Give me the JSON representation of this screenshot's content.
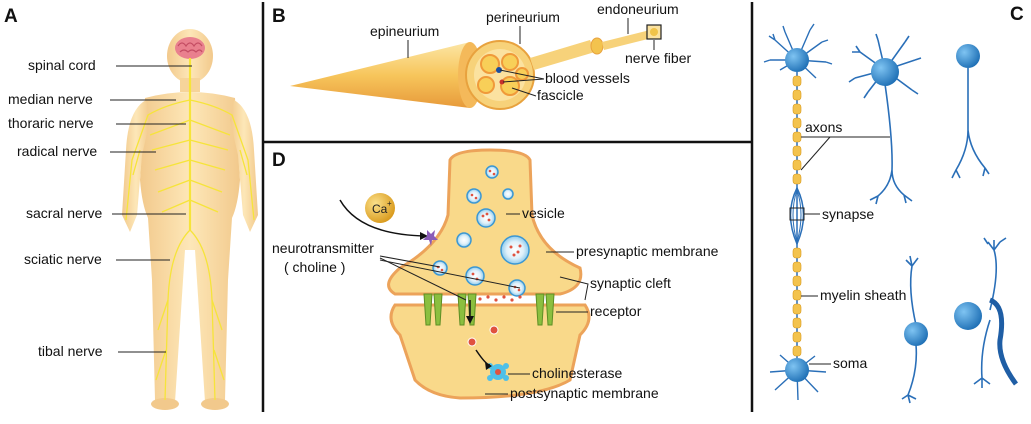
{
  "panels": {
    "a": {
      "letter": "A",
      "labels": {
        "spinal_cord": "spinal cord",
        "median_nerve": "median nerve",
        "thoraric_nerve": "thoraric nerve",
        "radical_nerve": "radical nerve",
        "sacral_nerve": "sacral nerve",
        "sciatic_nerve": "sciatic nerve",
        "tibal_nerve": "tibal nerve"
      }
    },
    "b": {
      "letter": "B",
      "labels": {
        "epineurium": "epineurium",
        "perineurium": "perineurium",
        "endoneurium": "endoneurium",
        "nerve_fiber": "nerve fiber",
        "blood_vessels": "blood vessels",
        "fascicle": "fascicle"
      }
    },
    "c": {
      "letter": "C",
      "labels": {
        "axons": "axons",
        "synapse": "synapse",
        "myelin_sheath": "myelin sheath",
        "soma": "soma"
      }
    },
    "d": {
      "letter": "D",
      "labels": {
        "calcium": "Ca",
        "calcium_charge": "+",
        "vesicle": "vesicle",
        "presynaptic_membrane": "presynaptic membrane",
        "neurotransmitter": "neurotransmitter",
        "choline": "( choline )",
        "synaptic_cleft": "synaptic cleft",
        "receptor": "receptor",
        "cholinesterase": "cholinesterase",
        "postsynaptic_membrane": "postsynaptic membrane"
      }
    }
  },
  "colors": {
    "body_fill": "#fbe1ad",
    "nerve": "#f6e43a",
    "brain": "#e9808e",
    "neuron_blue": "#2a6fb8",
    "soma_blue": "#3a8fd6",
    "myelin": "#f3c34e",
    "synapse_fill": "#f9d98a",
    "membrane": "#eca35a",
    "vesicle_blue": "#9fd2ef",
    "receptor_green": "#8bbf3f",
    "transmitter_red": "#e0523f",
    "enzyme_cyan": "#4fc0e8",
    "calcium_gold": "#e8b233",
    "divider": "#111111"
  }
}
